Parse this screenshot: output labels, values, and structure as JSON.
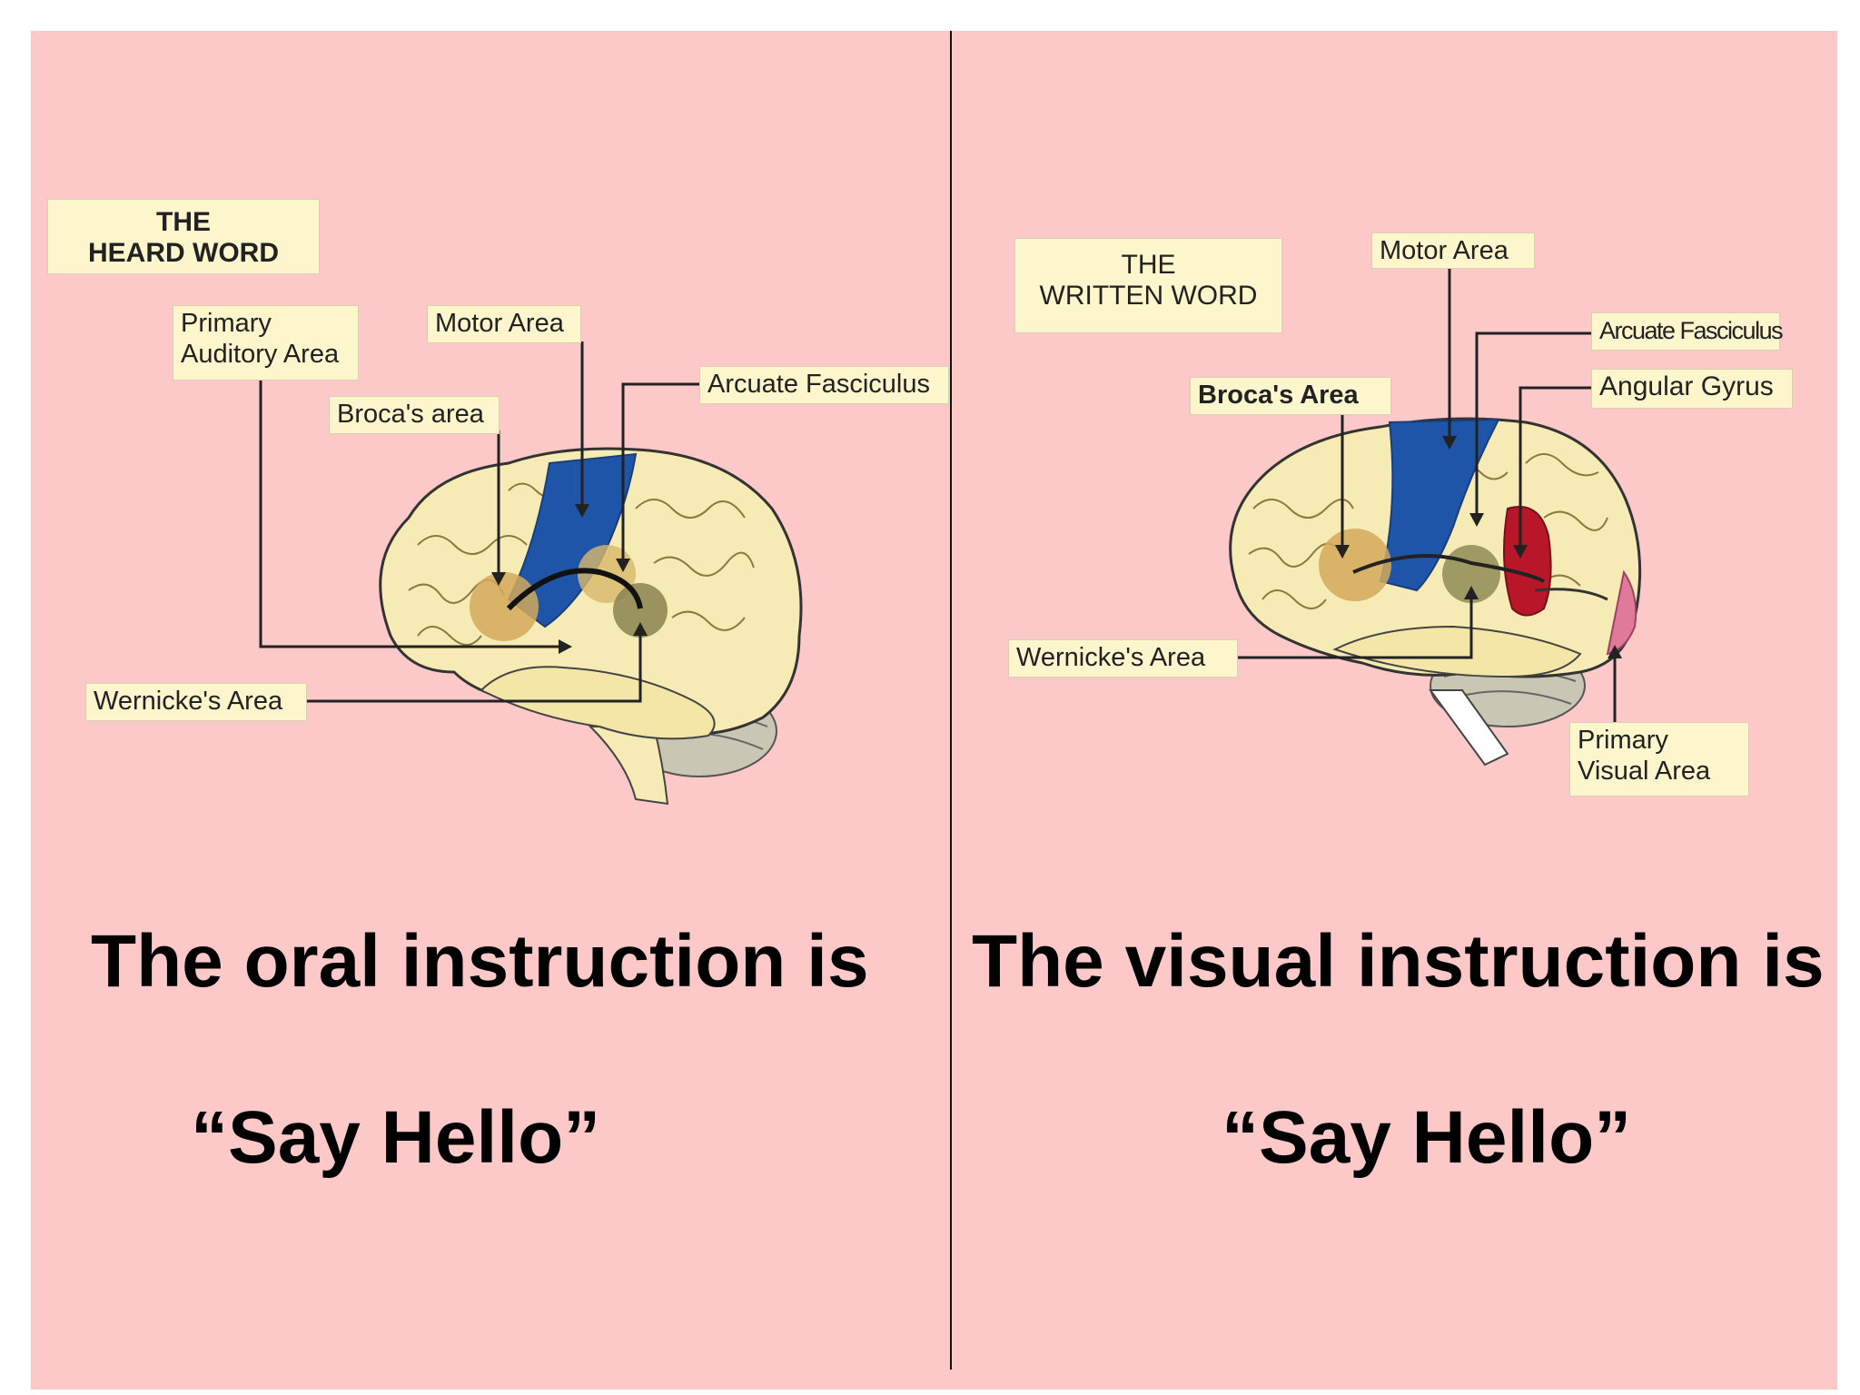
{
  "colors": {
    "background": "#fcc8c8",
    "label_box": "#fdf5cc",
    "brain": "#f6ebb4",
    "motor_area": "#1f55a8",
    "angular_gyrus": "#b8172a",
    "primary_visual": "#e07a9a",
    "active_region": "#d4a95a"
  },
  "left": {
    "title": "THE\nHEARD WORD",
    "labels": {
      "primary_auditory": "Primary\nAuditory Area",
      "motor_area": "Motor Area",
      "brocas_area": "Broca's area",
      "arcuate": "Arcuate Fasciculus",
      "wernickes": "Wernicke's Area"
    },
    "caption_line1": "The oral instruction is",
    "caption_line2": "“Say Hello”"
  },
  "right": {
    "title": "THE\nWRITTEN WORD",
    "labels": {
      "motor_area": "Motor Area",
      "arcuate": "Arcuate Fasciculus",
      "brocas_area": "Broca's Area",
      "angular_gyrus": "Angular Gyrus",
      "wernickes": "Wernicke's Area",
      "primary_visual": "Primary\nVisual Area"
    },
    "caption_line1": "The visual instruction is",
    "caption_line2": "“Say Hello”"
  }
}
